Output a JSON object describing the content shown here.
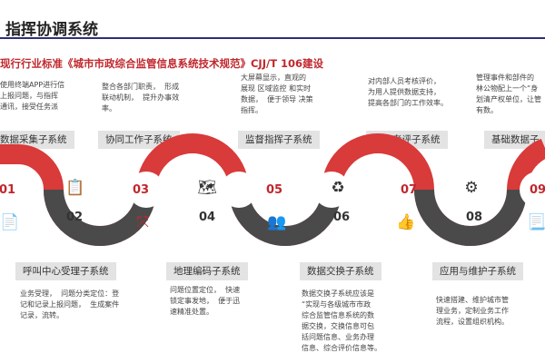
{
  "header": {
    "title": "指挥协调系统"
  },
  "standard": {
    "text": "现行行业标准《城市市政综合监管信息系统技术规范》CJJ/T  106建设"
  },
  "top": [
    {
      "label": "数据采集子系统",
      "desc": "使用终端APP进行信\n上报问题，与指挥\n通讯，接受任务派"
    },
    {
      "label": "协同工作子系统",
      "desc": "整合各部门职责，  形成\n联动机制，  提升办事效\n率。"
    },
    {
      "label": "监督指挥子系统",
      "desc": "大屏幕显示，直观的\n展现 区域监控 和实时\n数据，  便于领导 决策\n指挥。"
    },
    {
      "label": "综合考评子系统",
      "desc": "对内部人员考核评价，\n为用人提供数据支持，\n提高各部门的工作效率。"
    },
    {
      "label": "基础数据子",
      "desc": "管理事件和部件的\n林公物配上一个“身\n划清产权单位，让管\n有数。"
    }
  ],
  "bottom": [
    {
      "label": "呼叫中心受理子系统",
      "desc": "业务受理，  问题分类定位：登\n记和记录上报问题，  生成案件\n记录，流转。"
    },
    {
      "label": "地理编码子系统",
      "desc": "问题位置定位，  快速\n锁定事发地，  便于迅\n速精准处置。"
    },
    {
      "label": "数据交换子系统",
      "desc": "数据交换子系统应该是\n“实现与各级城市市政\n综合监管信息系统的数\n据交换，交换信息可包\n括问题信息、业务办理\n信息、综合评价信息等。"
    },
    {
      "label": "应用与维护子系统",
      "desc": "快速搭建、维护城市管\n理业务，定制业务工作\n流程，设置组织机构。"
    }
  ],
  "numbers": [
    "01",
    "02",
    "03",
    "04",
    "05",
    "06",
    "07",
    "08",
    "09"
  ],
  "icons": {
    "top": [
      "clipboard-icon",
      "map-icon",
      "people-network-icon",
      "thumbs-up-icon",
      "document-icon"
    ],
    "bottom": [
      "headset-call-icon",
      "route-arrows-icon",
      "recycle-icon",
      "gear-icon"
    ],
    "extra_top": [
      "document-search-icon",
      "layers-icon",
      "presentation-icon",
      "medal-icon",
      "gear-people-icon"
    ]
  },
  "colors": {
    "accent": "#c0272d",
    "dark": "#333333",
    "band_top": "#d93a3a",
    "band_bottom": "#4a4a4a",
    "label_bg": "#e3e3e3",
    "title_rule": "#2e2e7a"
  }
}
